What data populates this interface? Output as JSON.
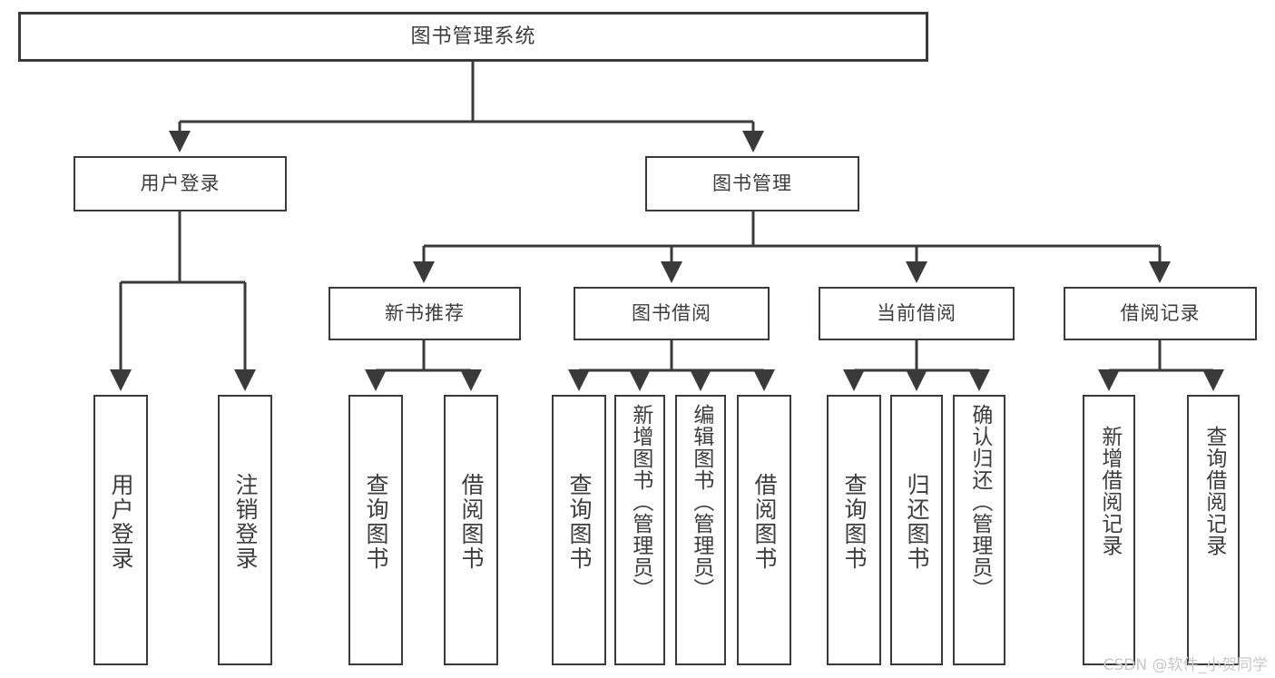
{
  "diagram": {
    "title": "图书管理系统",
    "type": "功能结构图",
    "styles": {
      "line_color": "#3a3a3a",
      "box_border": "#3a3a3a",
      "box_fill": "#ffffff",
      "text_color": "#3d3d3d",
      "watermark_color": "#c9c9c9"
    },
    "watermark": "CSDN @软件_小贺同学",
    "root": {
      "id": "root",
      "label": "图书管理系统"
    },
    "level2": [
      {
        "id": "user-login",
        "label": "用户登录"
      },
      {
        "id": "book-manage",
        "label": "图书管理"
      }
    ],
    "level3": [
      {
        "id": "new-book-recommend",
        "label": "新书推荐",
        "parent": "book-manage"
      },
      {
        "id": "book-borrow",
        "label": "图书借阅",
        "parent": "book-manage"
      },
      {
        "id": "current-borrow",
        "label": "当前借阅",
        "parent": "book-manage"
      },
      {
        "id": "borrow-record",
        "label": "借阅记录",
        "parent": "book-manage"
      }
    ],
    "leaves": [
      {
        "id": "leaf-user-login",
        "label": "用户登录",
        "parent": "user-login"
      },
      {
        "id": "leaf-logout-login",
        "label": "注销登录",
        "parent": "user-login"
      },
      {
        "id": "leaf-query-book-1",
        "label": "查询图书",
        "parent": "new-book-recommend"
      },
      {
        "id": "leaf-borrow-book-1",
        "label": "借阅图书",
        "parent": "new-book-recommend"
      },
      {
        "id": "leaf-query-book-2",
        "label": "查询图书",
        "parent": "book-borrow"
      },
      {
        "id": "leaf-add-book",
        "label": "新增图书（管理员）",
        "parent": "book-borrow"
      },
      {
        "id": "leaf-edit-book",
        "label": "编辑图书（管理员）",
        "parent": "book-borrow"
      },
      {
        "id": "leaf-borrow-book-2",
        "label": "借阅图书",
        "parent": "book-borrow"
      },
      {
        "id": "leaf-query-book-3",
        "label": "查询图书",
        "parent": "current-borrow"
      },
      {
        "id": "leaf-return-book",
        "label": "归还图书",
        "parent": "current-borrow"
      },
      {
        "id": "leaf-confirm-return",
        "label": "确认归还（管理员）",
        "parent": "current-borrow"
      },
      {
        "id": "leaf-add-record",
        "label": "新增借阅记录",
        "parent": "borrow-record"
      },
      {
        "id": "leaf-query-record",
        "label": "查询借阅记录",
        "parent": "borrow-record"
      }
    ]
  }
}
